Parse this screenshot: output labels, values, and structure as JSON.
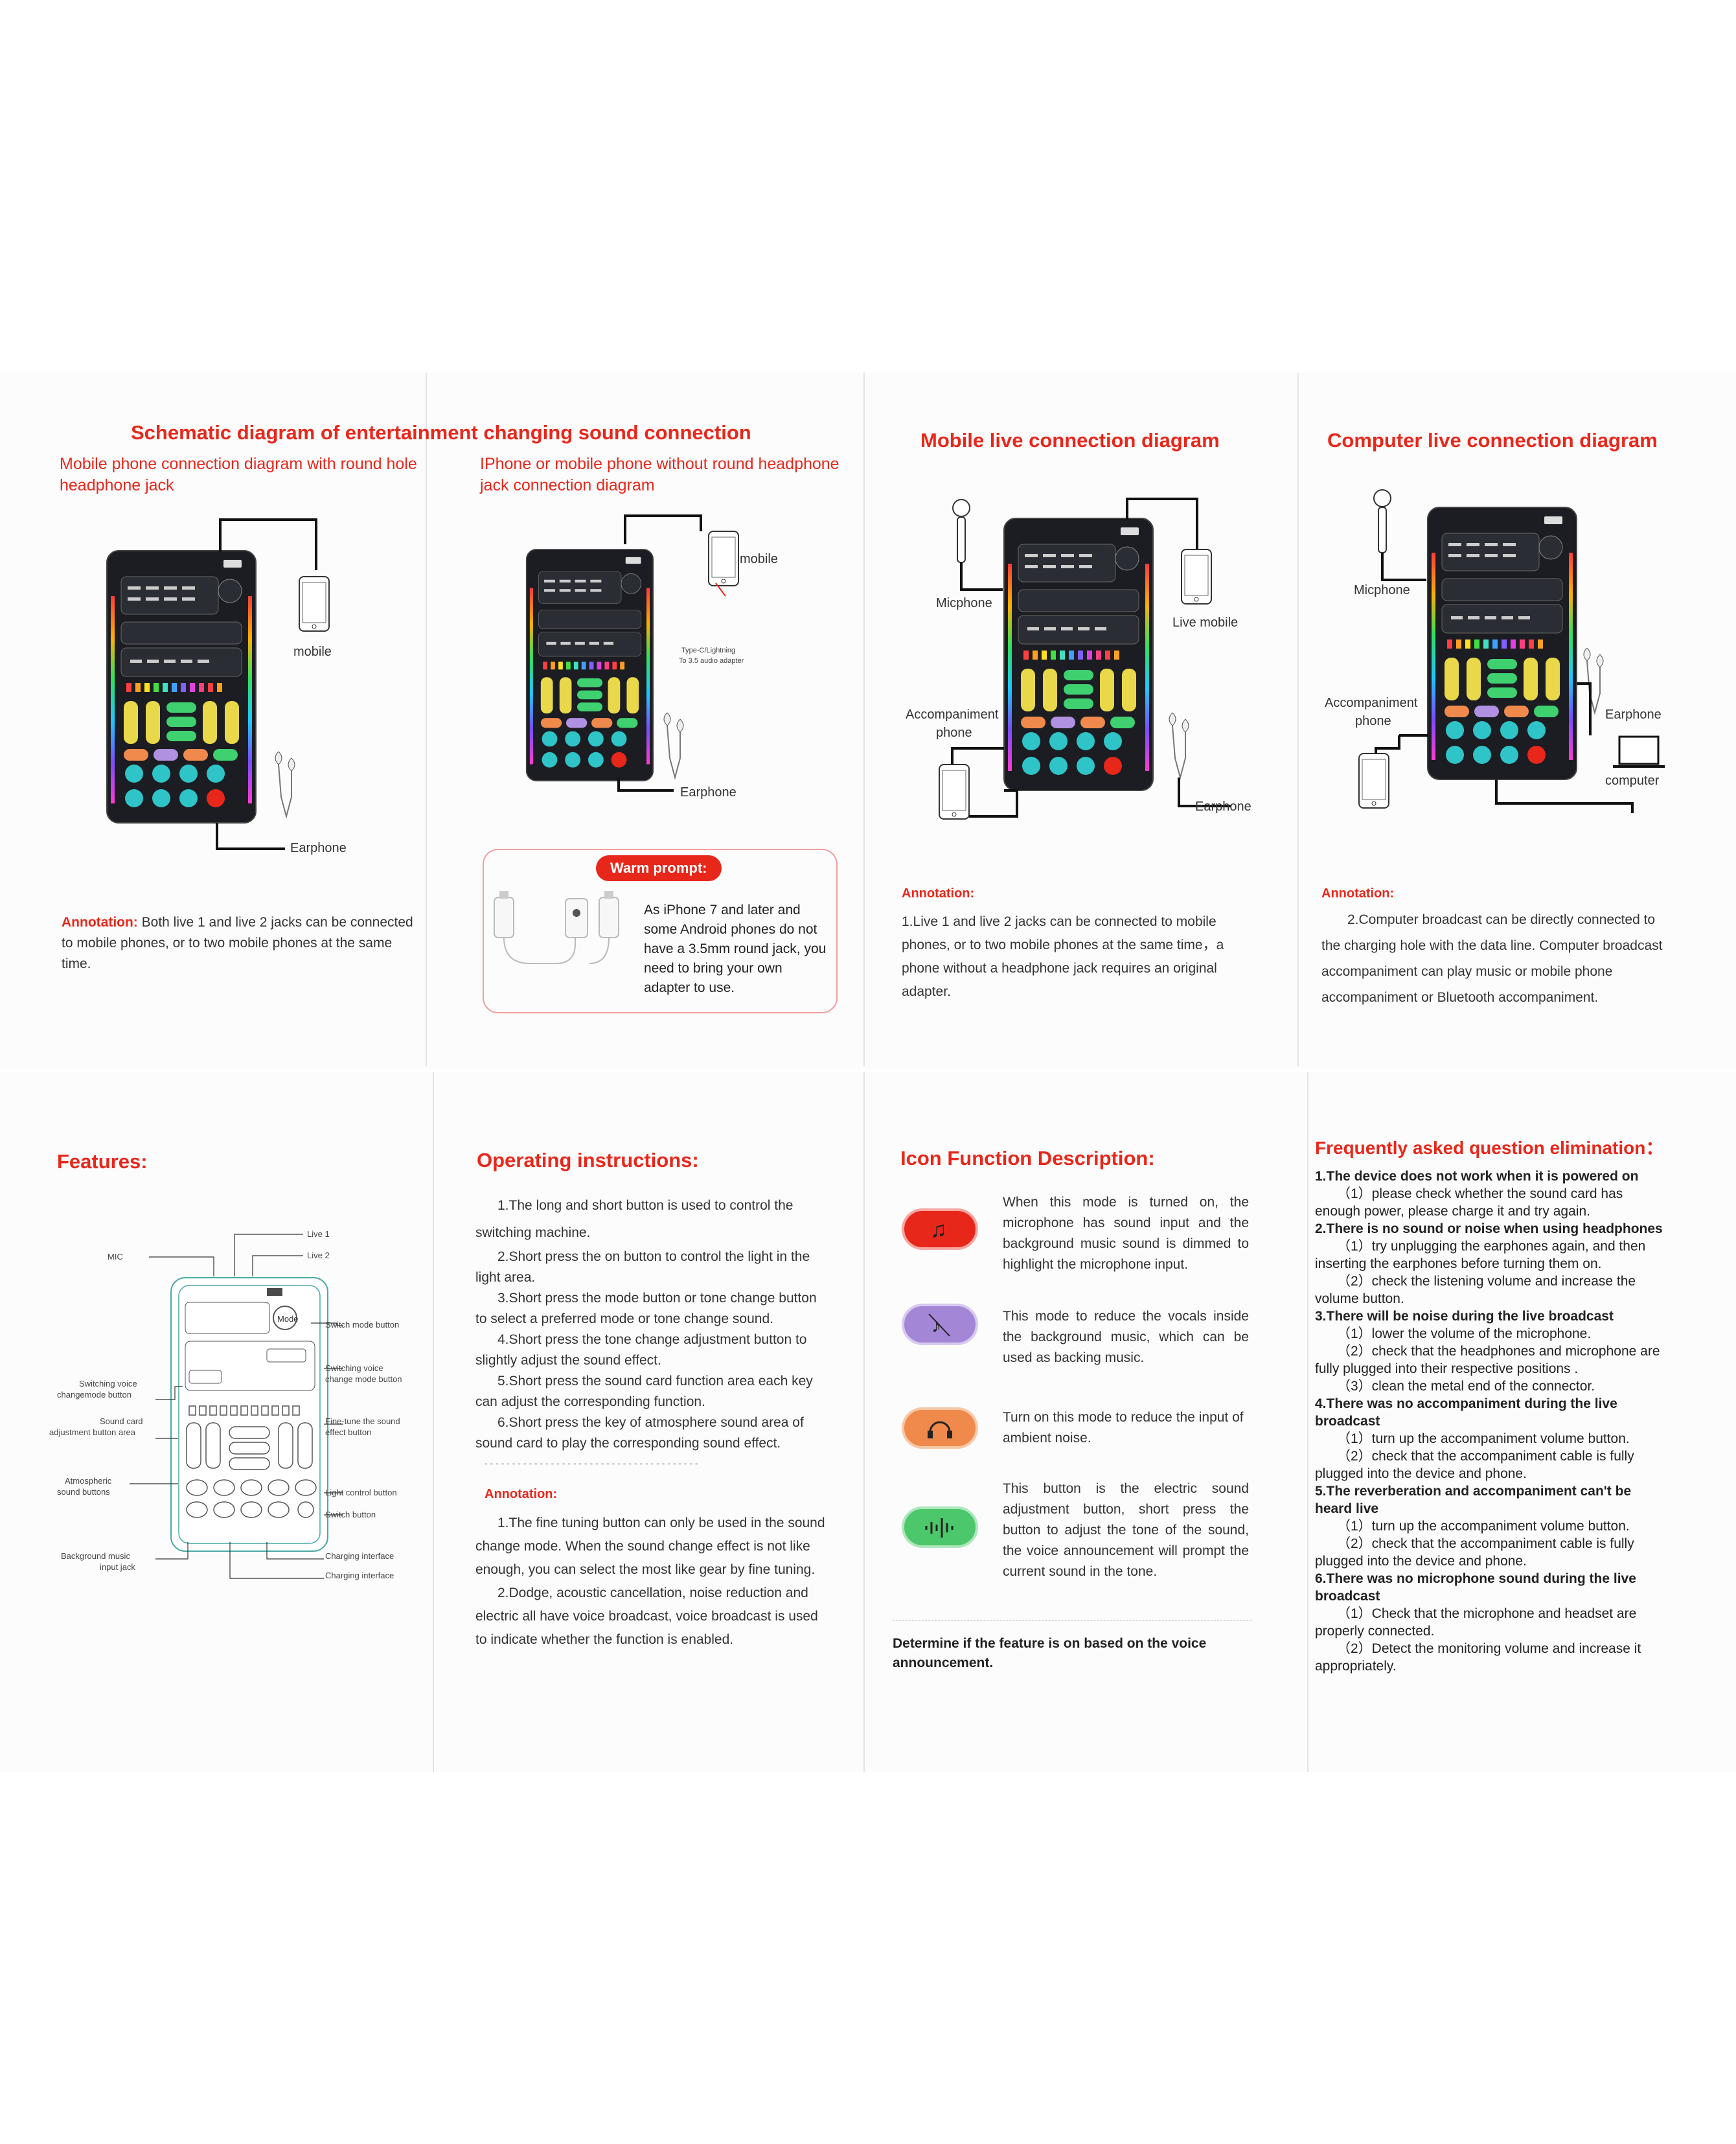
{
  "top": {
    "schematic_title": "Schematic diagram of entertainment changing sound connection",
    "panel1": {
      "subtitle": "Mobile phone connection diagram with round hole headphone jack",
      "label_mobile": "mobile",
      "label_earphone": "Earphone",
      "annotation_label": "Annotation:",
      "annotation_text": "Both live 1 and live 2 jacks can be connected to mobile phones, or to two mobile phones at the same time."
    },
    "panel2": {
      "subtitle": "IPhone or mobile phone without round headphone jack connection diagram",
      "label_mobile": "mobile",
      "label_adapter1": "Type-C/Lightning",
      "label_adapter2": "To 3.5 audio adapter",
      "label_earphone": "Earphone",
      "warm_title": "Warm prompt:",
      "warm_text": "As iPhone 7 and later and some Android phones do not have a 3.5mm round jack, you need to bring your own adapter to use."
    },
    "panel3": {
      "title": "Mobile live connection diagram",
      "label_micphone": "Micphone",
      "label_live_mobile": "Live mobile",
      "label_acc_phone1": "Accompaniment",
      "label_acc_phone2": "phone",
      "label_earphone": "Earphone",
      "annotation_label": "Annotation:",
      "annotation_text": "1.Live 1 and live 2 jacks can be connected to mobile phones, or to two mobile phones at the same time，a phone without a headphone jack requires an original adapter."
    },
    "panel4": {
      "title": "Computer live connection diagram",
      "label_micphone": "Micphone",
      "label_acc_phone1": "Accompaniment",
      "label_acc_phone2": "phone",
      "label_earphone": "Earphone",
      "label_computer": "computer",
      "annotation_label": "Annotation:",
      "annotation_text": "2.Computer broadcast can be directly connected to the charging hole with the data line. Computer broadcast accompaniment can play music or mobile phone accompaniment or Bluetooth accompaniment."
    }
  },
  "device_labels": {
    "mode": "Mode"
  },
  "features": {
    "title": "Features:",
    "callouts": {
      "live1": "Live 1",
      "live2": "Live 2",
      "mic": "MIC",
      "switch_mode": "Switch mode button",
      "switching_voice_left1": "Switching voice",
      "switching_voice_left2": "changemode button",
      "switching_voice_right1": "Switching voice",
      "switching_voice_right2": "change mode button",
      "sound_card1": "Sound card",
      "sound_card2": "adjustment button area",
      "fine_tune1": "Fine-tune the sound",
      "fine_tune2": "effect button",
      "atmos1": "Atmospheric",
      "atmos2": "sound buttons",
      "light_control": "Light control button",
      "switch_button": "Switch button",
      "bg_music1": "Background music",
      "bg_music2": "input jack",
      "charging1": "Charging interface",
      "charging2": "Charging interface"
    }
  },
  "operating": {
    "title": "Operating instructions:",
    "items": [
      "1.The long and short button is used to control the switching machine.",
      "2.Short press the on button to control the light in the light area.",
      "3.Short press the mode button or tone change button to select a preferred mode or tone change sound.",
      "4.Short press the tone change adjustment button to slightly adjust the sound effect.",
      "5.Short press the sound card function area each key can adjust the corresponding function.",
      "6.Short press the key of atmosphere sound area of sound card to play the corresponding sound effect."
    ],
    "separator": "- - - - - - - - - - - - - - - - - - - - - - - - - - - - - - - - - - - - - - -",
    "annotation_label": "Annotation:",
    "notes": [
      "1.The fine tuning button can only be used in the sound change mode. When the sound change effect is not like enough, you can select the most like gear by fine tuning.",
      "2.Dodge, acoustic cancellation, noise reduction and electric all have voice broadcast, voice broadcast is used to indicate whether the function is enabled."
    ]
  },
  "icons": {
    "title": "Icon Function Description:",
    "items": [
      {
        "icon": "music-note-icon",
        "color": "#e8271b",
        "text": "When this mode is turned on, the microphone has sound input and the background music sound is dimmed to highlight the microphone input."
      },
      {
        "icon": "vocal-removal-icon",
        "color": "#a486d6",
        "text": "This mode to reduce the vocals inside the background music, which can be used as backing music."
      },
      {
        "icon": "headset-noise-icon",
        "color": "#ef8a4c",
        "text": "Turn on this mode to reduce the input of ambient noise."
      },
      {
        "icon": "sound-wave-icon",
        "color": "#4cc76b",
        "text": "This button is the electric sound adjustment button, short press the button to adjust the tone of the sound, the voice announcement will prompt the current sound in the tone."
      }
    ],
    "footer": "Determine if the feature is on based on the voice announcement."
  },
  "faq": {
    "title": "Frequently asked question elimination：",
    "sections": [
      {
        "q": "1.The device does not work when it is powered on",
        "a": [
          "（1）please check whether the sound card has enough power, please charge it and try again."
        ]
      },
      {
        "q": "2.There is no sound or noise when using headphones",
        "a": [
          "（1）try unplugging the earphones again, and then inserting the earphones before turning them on.",
          "（2）check the listening volume and increase the volume button."
        ]
      },
      {
        "q": "3.There will be noise during the live broadcast",
        "a": [
          "（1）lower the volume of the microphone.",
          "（2）check that the headphones and microphone are fully plugged into their respective positions .",
          "（3）clean the metal end of the connector."
        ]
      },
      {
        "q": "4.There was no accompaniment during the live broadcast",
        "a": [
          "（1）turn up the accompaniment volume button.",
          "（2）check that the accompaniment cable is fully plugged into the device and phone."
        ]
      },
      {
        "q": "5.The reverberation and accompaniment can't be heard live",
        "a": [
          "（1）turn up the accompaniment volume button.",
          "（2）check that the accompaniment cable is fully plugged into the device and phone."
        ]
      },
      {
        "q": "6.There was no microphone sound during the live broadcast",
        "a": [
          "（1）Check that the microphone and headset are properly connected.",
          "（2）Detect the monitoring volume and increase it appropriately."
        ]
      }
    ]
  }
}
